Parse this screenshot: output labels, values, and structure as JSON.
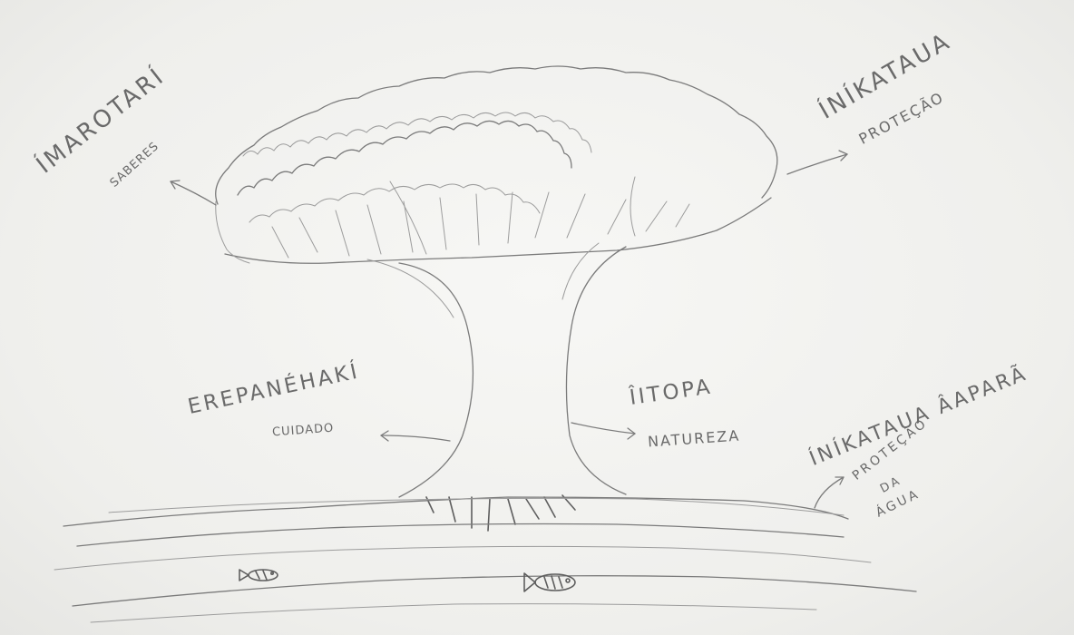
{
  "labels": {
    "imarotari": "ÍMAROTARÍ",
    "saberes": "SABERES",
    "inikataua": "ÍNÍKATAUA",
    "protecao": "PROTEÇÃO",
    "erepanehaki": "EREPANÉHAKÍ",
    "cuidado": "CUIDADO",
    "iitopa": "ÎITOPA",
    "natureza": "NATUREZA",
    "inikataua_aapara": "ÍNÍKATAUA ÂAPARÃ",
    "protecao_agua_1": "PROTEÇÃO",
    "protecao_agua_2": "DA",
    "protecao_agua_3": "ÁGUA"
  },
  "drawing": {
    "medium": "pencil sketch",
    "stroke_color": "#7b7b7b",
    "paper_color": "#f3f3f1"
  }
}
